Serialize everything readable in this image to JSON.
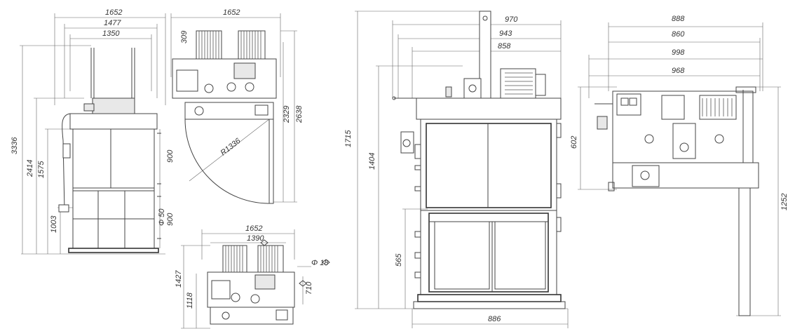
{
  "drawing": {
    "dimensions": {
      "view_a_w1": "1652",
      "view_a_w2": "1477",
      "view_a_w3": "1350",
      "view_a_h1": "3336",
      "view_a_h2": "2414",
      "view_a_h3": "1575",
      "view_a_h4": "1003",
      "view_a_h5": "900",
      "view_a_h6": "900",
      "view_a_dia": "Φ 50",
      "view_b_w": "1652",
      "view_b_top": "309",
      "view_b_h1": "2329",
      "view_b_h2": "2638",
      "view_b_radius": "R1336",
      "view_c_w1": "1652",
      "view_c_w2": "1390",
      "view_c_h1": "1427",
      "view_c_h2": "1118",
      "view_c_dia": "Φ 18",
      "view_c_h3": "710",
      "view_d_w1": "970",
      "view_d_w2": "943",
      "view_d_w3": "858",
      "view_d_h1": "1715",
      "view_d_h2": "1404",
      "view_d_h3": "565",
      "view_d_w4": "886",
      "view_e_w1": "888",
      "view_e_w2": "860",
      "view_e_w3": "998",
      "view_e_w4": "968",
      "view_e_h1": "602",
      "view_e_h2": "1252"
    }
  }
}
